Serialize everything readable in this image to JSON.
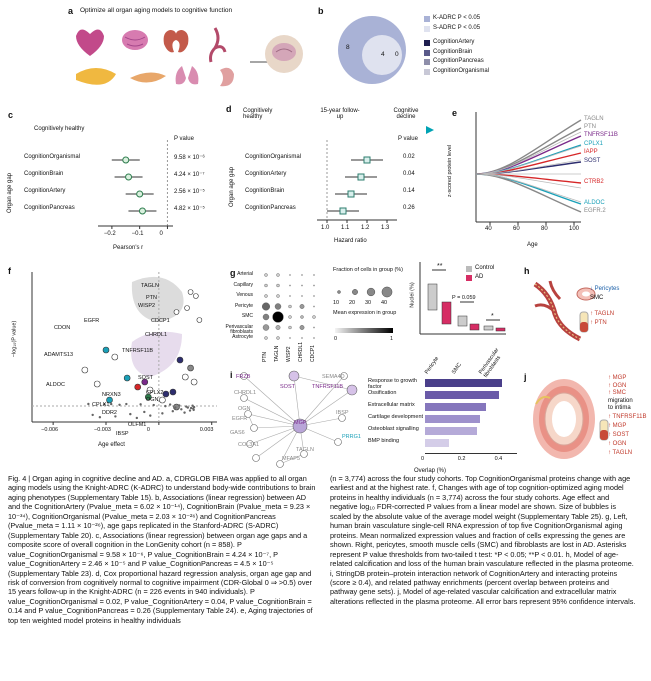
{
  "panel_a": {
    "letter": "a",
    "title": "Optimize all organ aging models to cognitive function"
  },
  "panel_b": {
    "letter": "b",
    "venn": {
      "left_count": "8",
      "mid_count": "4",
      "right_count": "0"
    },
    "legend_sig": [
      {
        "label": "K-ADRC P < 0.05",
        "color": "#a9b2d6"
      },
      {
        "label": "S-ADRC P < 0.05",
        "color": "#dfe2ef"
      }
    ],
    "legend_models": [
      {
        "label": "CognitionArtery",
        "color": "#1f1f4f"
      },
      {
        "label": "CognitionBrain",
        "color": "#5a5a8a"
      },
      {
        "label": "CognitionPancreas",
        "color": "#8e8eaa"
      },
      {
        "label": "CognitionOrganismal",
        "color": "#c8c8d6"
      }
    ]
  },
  "panel_c": {
    "letter": "c",
    "subtitle": "Cognitively healthy",
    "pvalue_header": "P value",
    "ylabel": "Organ age gap",
    "xlabel": "Pearson's r",
    "xticks": [
      "−0.2",
      "−0.1",
      "0"
    ],
    "rows": [
      {
        "label": "CognitionOrganismal",
        "p": "9.58 × 10⁻⁶",
        "r": -0.15
      },
      {
        "label": "CognitionBrain",
        "p": "4.24 × 10⁻⁷",
        "r": -0.14
      },
      {
        "label": "CognitionArtery",
        "p": "2.56 × 10⁻⁵",
        "r": -0.1
      },
      {
        "label": "CognitionPancreas",
        "p": "4.82 × 10⁻⁵",
        "r": -0.09
      }
    ]
  },
  "panel_d": {
    "letter": "d",
    "left_label": "Cognitively healthy",
    "mid_label": "15-year follow-up",
    "right_label": "Cognitive decline",
    "pvalue_header": "P value",
    "ylabel": "Organ age gap",
    "xlabel": "Hazard ratio",
    "xticks": [
      "1.0",
      "1.1",
      "1.2",
      "1.3"
    ],
    "rows": [
      {
        "label": "CognitionOrganismal",
        "p": "0.02",
        "hr": 1.2
      },
      {
        "label": "CognitionArtery",
        "p": "0.04",
        "hr": 1.17
      },
      {
        "label": "CognitionBrain",
        "p": "0.14",
        "hr": 1.12
      },
      {
        "label": "CognitionPancreas",
        "p": "0.26",
        "hr": 1.08
      }
    ]
  },
  "panel_e": {
    "letter": "e",
    "ylabel": "z-scored protein level",
    "xlabel": "Age",
    "xticks": [
      "40",
      "60",
      "80",
      "100"
    ],
    "proteins": [
      {
        "name": "TAGLN",
        "color": "#888888"
      },
      {
        "name": "PTN",
        "color": "#888888"
      },
      {
        "name": "TNFRSF11B",
        "color": "#7a2a8a"
      },
      {
        "name": "CPLX1",
        "color": "#1aa0b8"
      },
      {
        "name": "IAPP",
        "color": "#d62728"
      },
      {
        "name": "SOST",
        "color": "#2d2d6e"
      },
      {
        "name": "CTRB2",
        "color": "#d62728"
      },
      {
        "name": "ALDOC",
        "color": "#1aa0b8"
      },
      {
        "name": "EGFR.2",
        "color": "#888888"
      }
    ]
  },
  "panel_f": {
    "letter": "f",
    "ylabel": "−log₁₀(P value)",
    "xlabel": "Age effect",
    "xticks": [
      "−0.006",
      "−0.003",
      "0",
      "0.003"
    ],
    "labels": [
      "TAGLN",
      "PTN",
      "WISP2",
      "CDCP1",
      "CHRDL1",
      "TNFRSF11B",
      "EGFR",
      "CDON",
      "ADAMTS13",
      "ALDOC",
      "SOST",
      "NRXN3",
      "CPLX1",
      "DDR2",
      "CPLX2",
      "OGN",
      "OLFM1",
      "IBSP"
    ]
  },
  "panel_g": {
    "letter": "g",
    "rows": [
      "Arterial",
      "Capillary",
      "Venous",
      "Pericyte",
      "SMC",
      "Perivascular fibroblasts",
      "Astrocyte"
    ],
    "cols": [
      "PTN",
      "TAGLN",
      "WISP2",
      "CHRDL1",
      "CDCP1"
    ],
    "frac_title": "Fraction of cells in group (%)",
    "frac_ticks": [
      "10",
      "20",
      "30",
      "40"
    ],
    "expr_title": "Mean expression in group",
    "expr_ticks": [
      "0",
      "1"
    ],
    "bar_ylabel": "Nuclei (%)",
    "bar_legend": [
      {
        "label": "Control",
        "color": "#bbbbbb"
      },
      {
        "label": "AD",
        "color": "#d62d64"
      }
    ],
    "bar_groups": [
      "Pericyte",
      "SMC",
      "Perivascular fibroblasts"
    ],
    "sig1": "**",
    "sig2": "P = 0.059",
    "sig3": "*"
  },
  "panel_h": {
    "letter": "h",
    "items": [
      {
        "label": "Pericytes",
        "arrow": "↓"
      },
      {
        "label": "SMC",
        "arrow": ""
      },
      {
        "label": "TAGLN",
        "arrow": "↑"
      },
      {
        "label": "PTN",
        "arrow": "↑"
      }
    ]
  },
  "panel_i": {
    "letter": "i",
    "nodes": [
      "FRZB",
      "SOST",
      "SEMA4D",
      "TNFRSF11B",
      "CHRDL1",
      "OGN",
      "EGFR",
      "GAS6",
      "COL3A1",
      "MGP",
      "IBSP",
      "TAGLN",
      "MFAP5",
      "PRRG1"
    ],
    "bars": [
      {
        "label": "Response to growth factor",
        "value": 0.42
      },
      {
        "label": "Ossification",
        "value": 0.4
      },
      {
        "label": "Extracellular matrix",
        "value": 0.33
      },
      {
        "label": "Cartilage development",
        "value": 0.3
      },
      {
        "label": "Osteoblast signalling",
        "value": 0.28
      },
      {
        "label": "BMP binding",
        "value": 0.13
      }
    ],
    "xlabel": "Overlap (%)",
    "xticks": [
      "0",
      "0.2",
      "0.4"
    ]
  },
  "panel_j": {
    "letter": "j",
    "list1": [
      "↑ MGP",
      "↑ OGN",
      "↑ SMC",
      "migration",
      "to intima"
    ],
    "list2": [
      "↑ TNFRSF11B",
      "↑ MGP",
      "↑ SOST",
      "↑ OGN",
      "↑ TAGLN"
    ]
  },
  "caption": {
    "left": "Fig. 4 | Organ aging in cognitive decline and AD. a, CDRGLOB FIBA was applied to all organ aging models using the Knight-ADRC (K-ADRC) to understand body-wide contributions to brain aging phenotypes (Supplementary Table 15). b, Associations (linear regression) between AD and the CognitionArtery (Pvalue_meta = 6.02 × 10⁻¹⁴), CognitionBrain (Pvalue_meta = 9.23 × 10⁻³⁴), CognitionOrganismal (Pvalue_meta = 2.03 × 10⁻²⁶) and CognitionPancreas (Pvalue_meta = 1.11 × 10⁻²⁶), age gaps replicated in the Stanford-ADRC (S-ADRC) (Supplementary Table 20). c, Associations (linear regression) between organ age gaps and a composite score of overall cognition in the LonGenity cohort (n = 858). P value_CognitionOrganismal = 9.58 × 10⁻⁶, P value_CognitionBrain = 4.24 × 10⁻⁷, P value_CognitionArtery = 2.46 × 10⁻⁵ and P value_CognitionPancreas = 4.5 × 10⁻⁵ (Supplementary Table 23). d, Cox proportional hazard regression analysis, organ age gap and risk of conversion from cognitively normal to cognitive impairment (CDR-Global 0 ⇒ >0.5) over 15 years follow-up in the Knight-ADRC (n = 226 events in 940 individuals). P value_CognitionOrganismal = 0.02, P value_CognitionArtery = 0.04, P value_CognitionBrain = 0.14 and P value_CognitionPancreas = 0.26 (Supplementary Table 24). e, Aging trajectories of top ten weighted model proteins in healthy individuals",
    "right": "(n = 3,774) across the four study cohorts. Top CognitionOrganismal proteins change with age earliest and at the highest rate. f, Changes with age of top cognition-optimized aging model proteins in healthy individuals (n = 3,774) across the four study cohorts. Age effect and negative log₁₀ FDR-corrected P values from a linear model are shown. Size of bubbles is scaled by the absolute value of the average model weight (Supplementary Table 25). g, Left, human brain vasculature single-cell RNA expression of top five CognitionOrganismal aging proteins. Mean normalized expression values and fraction of cells expressing the genes are shown. Right, pericytes, smooth muscle cells (SMC) and fibroblasts are lost in AD. Asterisks represent P value thresholds from two-tailed t test: *P < 0.05; **P < 0.01. h, Model of age-related calcification and loss of the human brain vasculature reflected in the plasma proteome. i, StringDB protein–protein interaction network of CognitionArtery and interacting proteins (score ≥ 0.4), and related pathway enrichments (percent overlap between proteins and pathway gene sets). j, Model of age-related vascular calcification and extracellular matrix alterations reflected in the plasma proteome. All error bars represent 95% confidence intervals."
  }
}
